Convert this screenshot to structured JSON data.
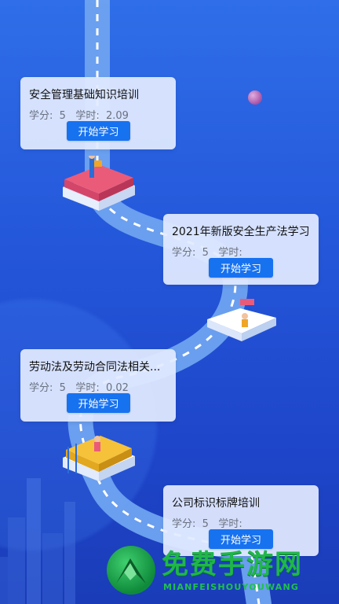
{
  "courses": [
    {
      "title": "安全管理基础知识培训",
      "credit_label": "学分:",
      "credit": "5",
      "hours_label": "学时:",
      "hours": "2.09",
      "button": "开始学习"
    },
    {
      "title": "2021年新版安全生产法学习",
      "credit_label": "学分:",
      "credit": "5",
      "hours_label": "学时:",
      "hours": "",
      "button": "开始学习"
    },
    {
      "title": "劳动法及劳动合同法相关...",
      "credit_label": "学分:",
      "credit": "5",
      "hours_label": "学时:",
      "hours": "0.02",
      "button": "开始学习"
    },
    {
      "title": "公司标识标牌培训",
      "credit_label": "学分:",
      "credit": "5",
      "hours_label": "学时:",
      "hours": "",
      "button": "开始学习"
    }
  ],
  "watermark": {
    "title": "免费手游网",
    "subtitle": "MIANFEISHOUYOUWANG"
  },
  "colors": {
    "background": "#2457da",
    "button": "#1772f0",
    "card": "#e2ebff",
    "road": "#6fa3f0"
  }
}
